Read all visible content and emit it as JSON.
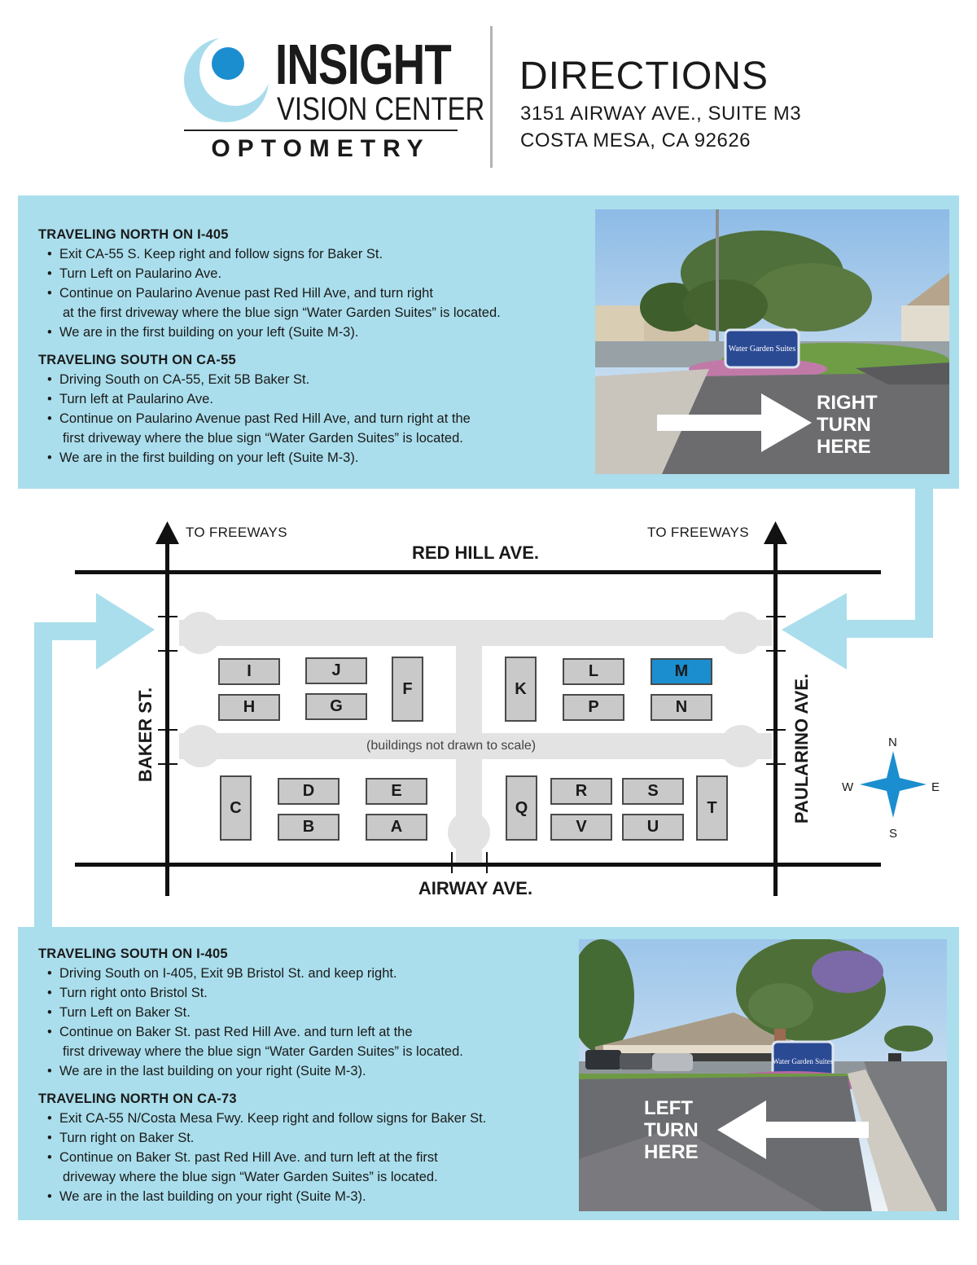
{
  "header": {
    "brand_name": "INSIGHT",
    "brand_sub": "VISION CENTER",
    "brand_tag": "OPTOMETRY",
    "title": "DIRECTIONS",
    "address_line1": "3151 AIRWAY AVE., SUITE M3",
    "address_line2": "COSTA MESA, CA 92626"
  },
  "colors": {
    "panel": "#aadeec",
    "brand_light": "#a8dcec",
    "brand_dark": "#1b8ecf",
    "highlight": "#1b8ecf",
    "building": "#c9c9c9",
    "lot": "#e3e3e3"
  },
  "top_panel": {
    "sections": [
      {
        "title": "TRAVELING NORTH ON I-405",
        "steps": [
          [
            "Exit CA-55 S. Keep right and follow signs for Baker St."
          ],
          [
            "Turn Left on Paularino Ave."
          ],
          [
            "Continue on Paularino Avenue past Red Hill Ave, and turn right",
            "at the first driveway where the blue sign “Water Garden Suites” is located."
          ],
          [
            "We are in the first building on your left (Suite M-3)."
          ]
        ]
      },
      {
        "title": "TRAVELING SOUTH ON CA-55",
        "steps": [
          [
            "Driving South on CA-55, Exit 5B Baker St."
          ],
          [
            "Turn left at Paularino Ave."
          ],
          [
            "Continue on Paularino Avenue past Red Hill Ave, and turn right at the",
            "first driveway where the blue sign “Water Garden Suites” is located."
          ],
          [
            "We are in the first building on your left (Suite M-3)."
          ]
        ]
      }
    ],
    "photo": {
      "callout": [
        "RIGHT",
        "TURN",
        "HERE"
      ],
      "sign_text": "Water Garden Suites"
    }
  },
  "map": {
    "street_top": "RED HILL AVE.",
    "street_bottom": "AIRWAY AVE.",
    "street_left": "BAKER ST.",
    "street_right": "PAULARINO AVE.",
    "to_freeways_left": "TO FREEWAYS",
    "to_freeways_right": "TO FREEWAYS",
    "scale_note": "(buildings not drawn to scale)",
    "compass": {
      "n": "N",
      "s": "S",
      "e": "E",
      "w": "W"
    },
    "highlighted_building": "M",
    "buildings": [
      "I",
      "J",
      "F",
      "K",
      "L",
      "M",
      "H",
      "G",
      "P",
      "N",
      "C",
      "D",
      "E",
      "Q",
      "R",
      "S",
      "T",
      "B",
      "A",
      "V",
      "U"
    ]
  },
  "bottom_panel": {
    "sections": [
      {
        "title": "TRAVELING SOUTH ON I-405",
        "steps": [
          [
            "Driving South on I-405, Exit 9B Bristol St. and keep right."
          ],
          [
            "Turn right onto Bristol St."
          ],
          [
            "Turn Left on Baker St."
          ],
          [
            "Continue on Baker St. past Red Hill Ave. and turn left at the",
            "first driveway where the blue sign “Water Garden Suites” is located."
          ],
          [
            "We are in the last building on your right (Suite M-3)."
          ]
        ]
      },
      {
        "title": "TRAVELING NORTH ON CA-73",
        "steps": [
          [
            "Exit CA-55 N/Costa Mesa Fwy. Keep right and follow signs for Baker St."
          ],
          [
            "Turn right on Baker St."
          ],
          [
            "Continue on Baker St. past Red Hill Ave. and turn left at the first",
            "driveway where the blue sign “Water Garden Suites” is located."
          ],
          [
            "We are in the last building on your right (Suite M-3)."
          ]
        ]
      }
    ],
    "photo": {
      "callout": [
        "LEFT",
        "TURN",
        "HERE"
      ],
      "sign_text": "Water Garden Suites"
    }
  }
}
